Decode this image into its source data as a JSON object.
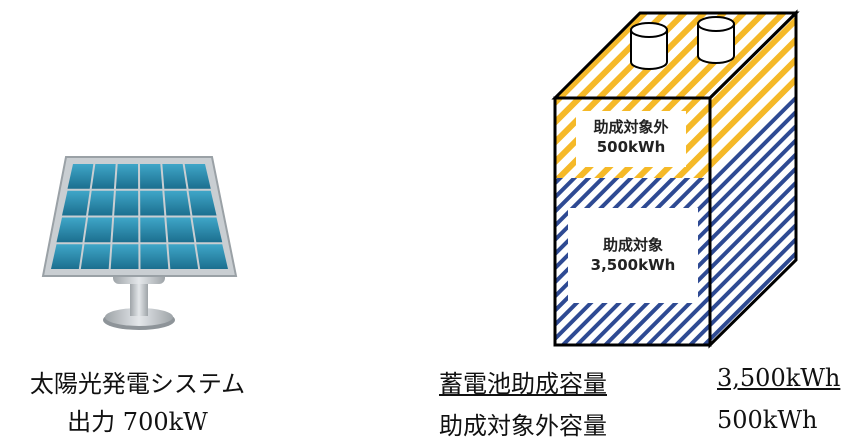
{
  "solar": {
    "title": "太陽光発電システム",
    "output": "出力 700kW"
  },
  "battery": {
    "excluded_label": "助成対象外",
    "excluded_value": "500kWh",
    "covered_label": "助成対象",
    "covered_value": "3,500kWh"
  },
  "capacities": {
    "subsidized_label": "蓄電池助成容量",
    "subsidized_value": "3,500kWh",
    "excluded_label": "助成対象外容量",
    "excluded_value": "500kWh"
  },
  "colors": {
    "excluded_stripe": "#F5B928",
    "covered_stripe": "#2E4A93",
    "panel_cell": "#2A8BAF",
    "panel_frame": "#BFC5C9",
    "stand": "#C9CDD1"
  }
}
